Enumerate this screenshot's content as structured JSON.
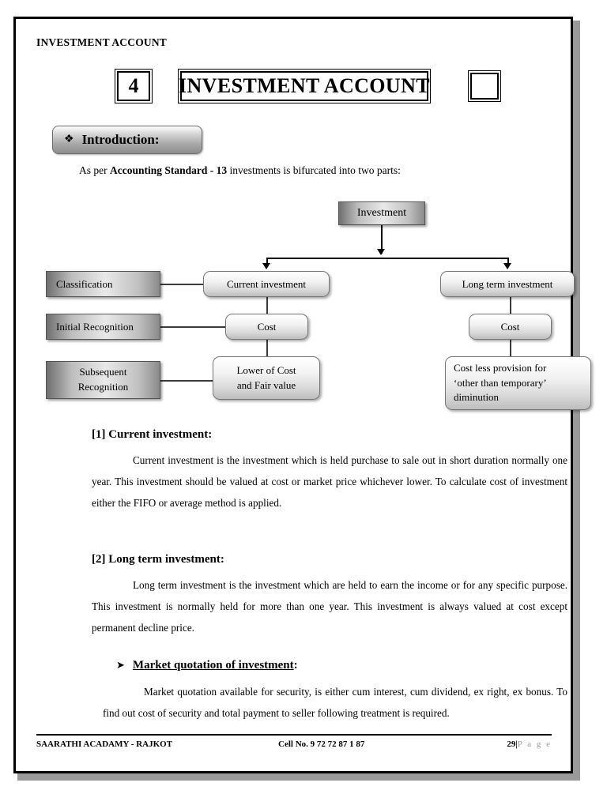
{
  "document": {
    "running_head": "INVESTMENT ACCOUNT",
    "chapter_number": "4",
    "chapter_title": "INVESTMENT ACCOUNT"
  },
  "intro": {
    "bullet_glyph": "❖",
    "label": "Introduction:",
    "lead_prefix": "As per ",
    "lead_bold": "Accounting Standard - 13",
    "lead_suffix": " investments is bifurcated into two parts:"
  },
  "diagram": {
    "root": "Investment",
    "row_labels": {
      "classification": "Classification",
      "initial_recognition": "Initial Recognition",
      "subsequent_line1": "Subsequent",
      "subsequent_line2": "Recognition"
    },
    "current_branch": {
      "title": "Current investment",
      "cost": "Cost",
      "value_line1": "Lower of Cost",
      "value_line2": "and Fair value"
    },
    "long_term_branch": {
      "title": "Long term investment",
      "cost": "Cost",
      "value_line1": "Cost less provision for",
      "value_line2": "‘other than temporary’",
      "value_line3": "diminution"
    }
  },
  "sections": [
    {
      "heading": "[1] Current investment:",
      "body": "Current investment is the investment which is held purchase to sale out in short duration normally one year. This investment should be valued at cost or market price whichever lower. To calculate cost of investment either the FIFO or average method is applied."
    },
    {
      "heading": "[2] Long term investment:",
      "body": "Long term investment is the investment which are held to earn the income or for any specific purpose. This investment is normally held for more than one year. This investment is always valued at cost except permanent decline price."
    }
  ],
  "market_quotation": {
    "arrow_glyph": "➤",
    "heading": "Market quotation of investment",
    "heading_suffix": ":",
    "body": "Market quotation available for security, is either cum interest, cum dividend, ex right, ex bonus. To find out cost of security and total payment to seller following treatment is required."
  },
  "footer": {
    "left": "SAARATHI ACADAMY - RAJKOT",
    "center": "Cell No. 9 72 72 87 1 87",
    "page_number": "29",
    "separator": "|",
    "page_word": "P a g e"
  }
}
